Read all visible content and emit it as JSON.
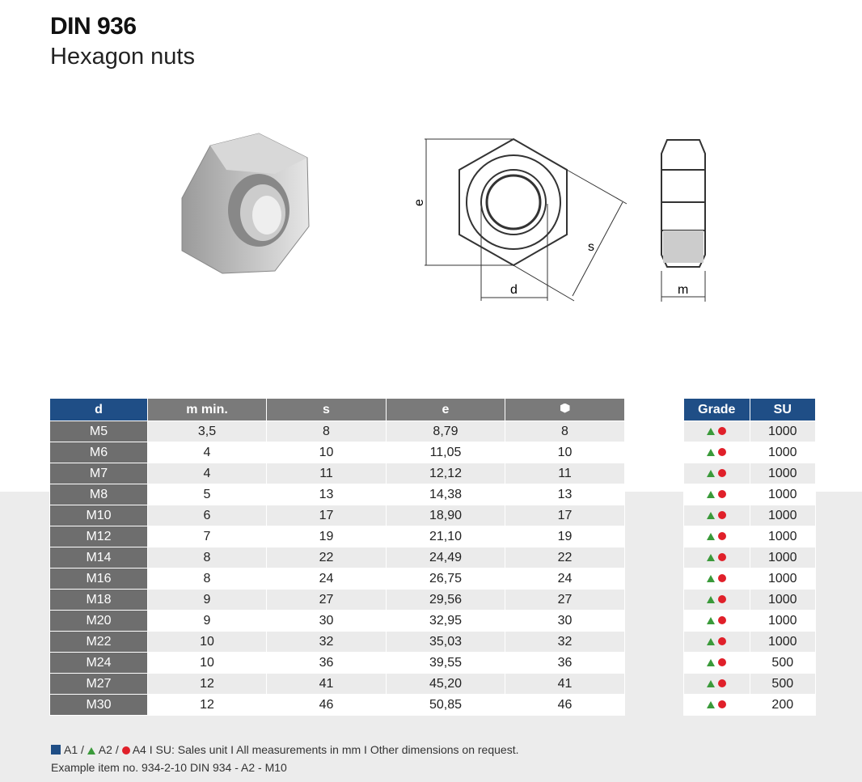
{
  "title": "DIN 936",
  "subtitle": "Hexagon nuts",
  "drawing_labels": {
    "e": "e",
    "s": "s",
    "d": "d",
    "m": "m"
  },
  "main_table": {
    "headers": [
      "d",
      "m min.",
      "s",
      "e"
    ],
    "hex_header_icon": "hexagon-icon",
    "rows": [
      [
        "M5",
        "3,5",
        "8",
        "8,79",
        "8"
      ],
      [
        "M6",
        "4",
        "10",
        "11,05",
        "10"
      ],
      [
        "M7",
        "4",
        "11",
        "12,12",
        "11"
      ],
      [
        "M8",
        "5",
        "13",
        "14,38",
        "13"
      ],
      [
        "M10",
        "6",
        "17",
        "18,90",
        "17"
      ],
      [
        "M12",
        "7",
        "19",
        "21,10",
        "19"
      ],
      [
        "M14",
        "8",
        "22",
        "24,49",
        "22"
      ],
      [
        "M16",
        "8",
        "24",
        "26,75",
        "24"
      ],
      [
        "M18",
        "9",
        "27",
        "29,56",
        "27"
      ],
      [
        "M20",
        "9",
        "30",
        "32,95",
        "30"
      ],
      [
        "M22",
        "10",
        "32",
        "35,03",
        "32"
      ],
      [
        "M24",
        "10",
        "36",
        "39,55",
        "36"
      ],
      [
        "M27",
        "12",
        "41",
        "45,20",
        "41"
      ],
      [
        "M30",
        "12",
        "46",
        "50,85",
        "46"
      ]
    ]
  },
  "side_table": {
    "headers": [
      "Grade",
      "SU"
    ],
    "su": [
      "1000",
      "1000",
      "1000",
      "1000",
      "1000",
      "1000",
      "1000",
      "1000",
      "1000",
      "1000",
      "1000",
      "500",
      "500",
      "200"
    ]
  },
  "colors": {
    "a1": "#1f4e86",
    "a2": "#3a9a3a",
    "a4": "#e0202a"
  },
  "footer": {
    "a1": "A1",
    "sep1": "/",
    "a2": "A2",
    "sep2": "/",
    "a4": "A4",
    "note": "I SU: Sales unit I All measurements in mm I Other dimensions on request.",
    "example": "Example item no.  934-2-10 DIN 934 - A2 - M10"
  }
}
